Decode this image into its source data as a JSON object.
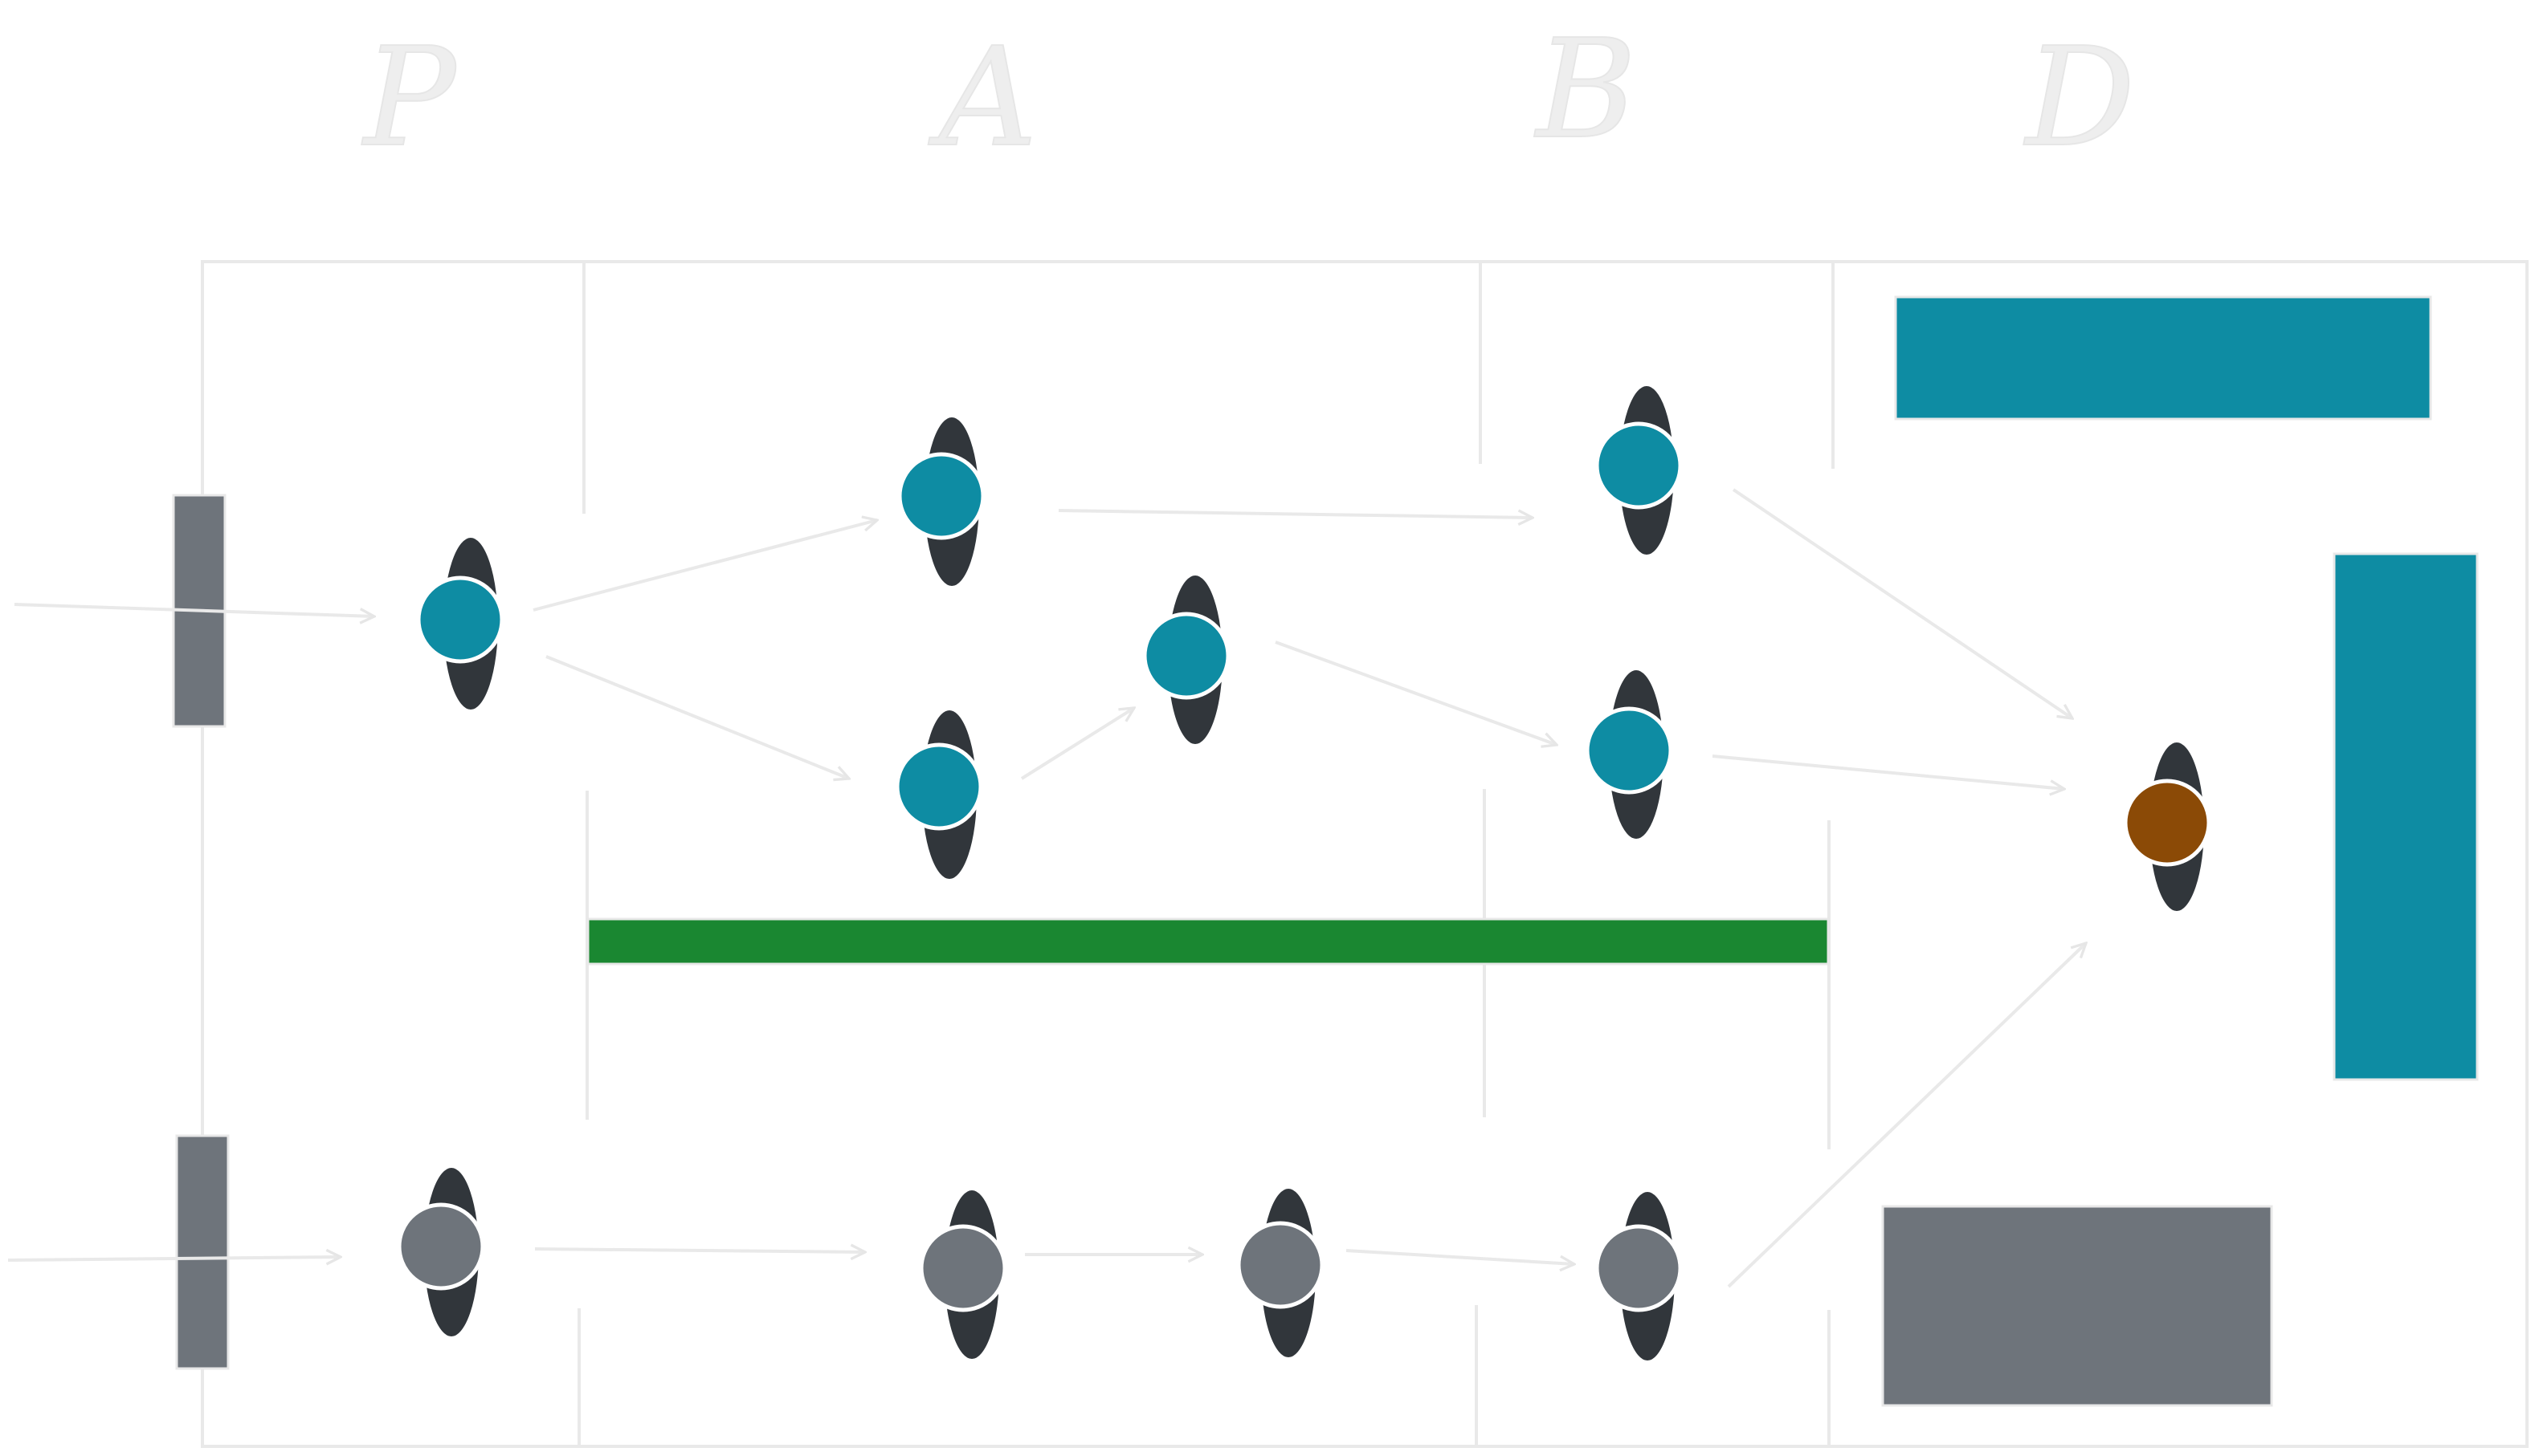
{
  "columns": [
    {
      "id": "P",
      "label": "P"
    },
    {
      "id": "A",
      "label": "A"
    },
    {
      "id": "B",
      "label": "B"
    },
    {
      "id": "D",
      "label": "D"
    }
  ],
  "colors": {
    "teal": "#0e8ca3",
    "gray": "#6e747b",
    "green": "#1a8731",
    "brown": "#8b4a06",
    "body": "#31363b",
    "line": "#e9e9e9"
  },
  "figures": [
    {
      "id": "p-top",
      "color": "teal"
    },
    {
      "id": "a-top",
      "color": "teal"
    },
    {
      "id": "a-middle",
      "color": "teal"
    },
    {
      "id": "a-right",
      "color": "teal"
    },
    {
      "id": "b-top",
      "color": "teal"
    },
    {
      "id": "b-middle",
      "color": "teal"
    },
    {
      "id": "d-target",
      "color": "brown"
    },
    {
      "id": "p-bottom",
      "color": "gray"
    },
    {
      "id": "a-bottom-1",
      "color": "gray"
    },
    {
      "id": "a-bottom-2",
      "color": "gray"
    },
    {
      "id": "b-bottom",
      "color": "gray"
    }
  ],
  "blocks": [
    {
      "id": "input-bar-top",
      "color": "gray"
    },
    {
      "id": "input-bar-bottom",
      "color": "gray"
    },
    {
      "id": "divider-bar",
      "color": "green"
    },
    {
      "id": "d-block-top",
      "color": "teal"
    },
    {
      "id": "d-block-right",
      "color": "teal"
    },
    {
      "id": "d-block-bottom",
      "color": "gray"
    }
  ]
}
